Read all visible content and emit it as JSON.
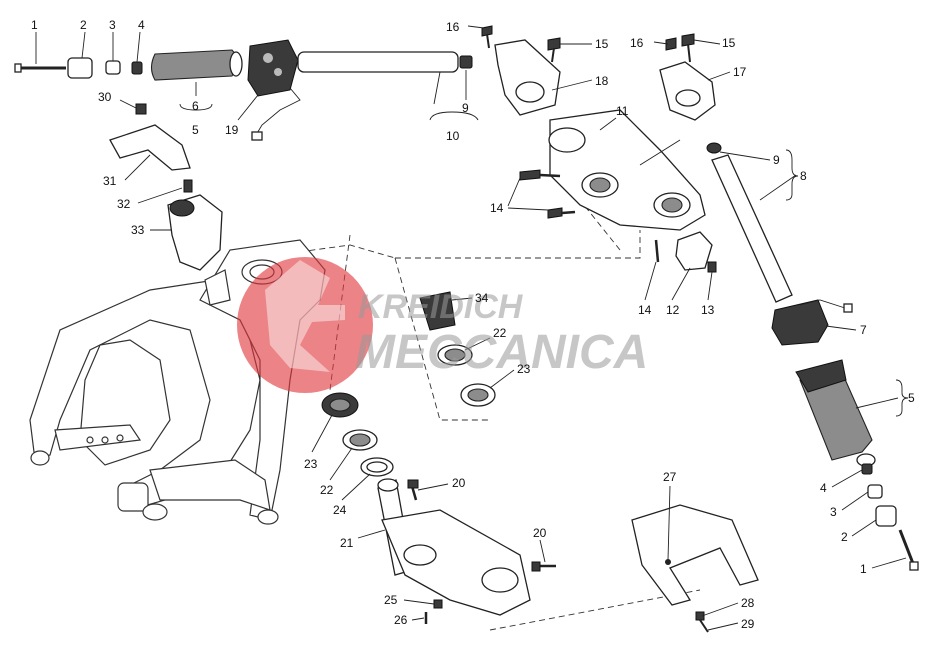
{
  "watermark": {
    "line1": "KREIDICH",
    "line2": "MECCANICA",
    "circle_color": "#e0373b",
    "text_color": "#9a9a9a"
  },
  "callouts": {
    "c1a": "1",
    "c2a": "2",
    "c3a": "3",
    "c4a": "4",
    "c5a": "5",
    "c6": "6",
    "c19": "19",
    "c9a": "9",
    "c10": "10",
    "c16a": "16",
    "c15a": "15",
    "c18": "18",
    "c16b": "16",
    "c15b": "15",
    "c17": "17",
    "c11": "11",
    "c9b": "9",
    "c8": "8",
    "c14a": "14",
    "c14b": "14",
    "c12": "12",
    "c13": "13",
    "c30": "30",
    "c31": "31",
    "c32": "32",
    "c33": "33",
    "c34": "34",
    "c22a": "22",
    "c23a": "23",
    "c23b": "23",
    "c22b": "22",
    "c24": "24",
    "c21": "21",
    "c20a": "20",
    "c20b": "20",
    "c25": "25",
    "c26": "26",
    "c27": "27",
    "c28": "28",
    "c29": "29",
    "c7": "7",
    "c5b": "5",
    "c4b": "4",
    "c3b": "3",
    "c2b": "2",
    "c1b": "1"
  }
}
